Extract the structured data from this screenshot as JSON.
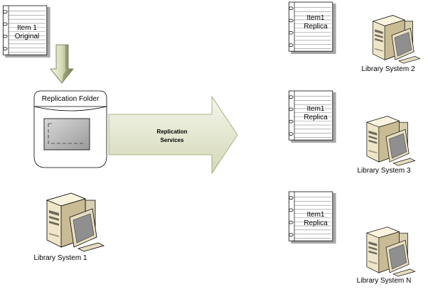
{
  "original_item": {
    "line1": "Item 1",
    "line2": "Original"
  },
  "replication_folder": {
    "title": "Replication Folder"
  },
  "replication_services": {
    "line1": "Replication",
    "line2": "Services"
  },
  "replicas": [
    {
      "line1": "Item1",
      "line2": "Replica"
    },
    {
      "line1": "Item1",
      "line2": "Replica"
    },
    {
      "line1": "Item1",
      "line2": "Replica"
    }
  ],
  "library_systems": [
    {
      "label": "Library System 1"
    },
    {
      "label": "Library System 2"
    },
    {
      "label": "Library System 3"
    },
    {
      "label": "Library System N"
    }
  ],
  "colors": {
    "arrow_fill_light": "#e9ecd9",
    "arrow_fill_dark": "#bfc49c",
    "down_arrow_light": "#e4e9cf",
    "down_arrow_dark": "#7f8655",
    "server_body": "#efe6c9",
    "server_shadow": "#b7aa84",
    "monitor_screen": "#8f8f8f"
  }
}
